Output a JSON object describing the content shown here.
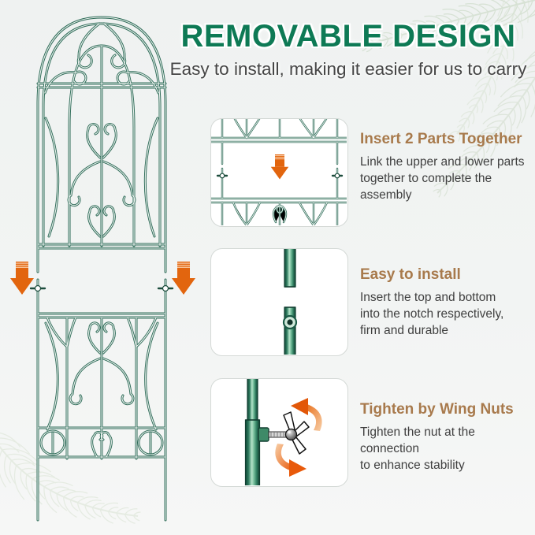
{
  "header": {
    "title": "REMOVABLE DESIGN",
    "subtitle": "Easy to install, making it easier for us to carry"
  },
  "steps": [
    {
      "heading": "Insert 2 Parts Together",
      "body": "Link the upper and lower parts\ntogether to complete the\nassembly",
      "illustration": "two-trellis-parts-joined-with-down-arrow"
    },
    {
      "heading": "Easy to install",
      "body": "Insert the top and bottom\ninto the notch respectively,\nfirm and durable",
      "illustration": "pole-ends-with-notch-hole"
    },
    {
      "heading": "Tighten by Wing Nuts",
      "body": "Tighten the nut at the connection\nto enhance stability",
      "illustration": "wing-nut-tightening-on-pole"
    }
  ],
  "decorations": {
    "left_graphic": "two-part-arched-garden-trellis-with-down-arrows",
    "corner_graphics": "palm-leaves"
  },
  "colors": {
    "title_green": "#0e7a55",
    "heading_brown": "#a87a4c",
    "body_text": "#3f3f3f",
    "arrow_orange": "#e2650e",
    "trellis_green": "#2d6b57",
    "background": "#f1f4f2",
    "panel_border": "#d4d9d6",
    "palm_leaf": "#c8d6c2"
  }
}
